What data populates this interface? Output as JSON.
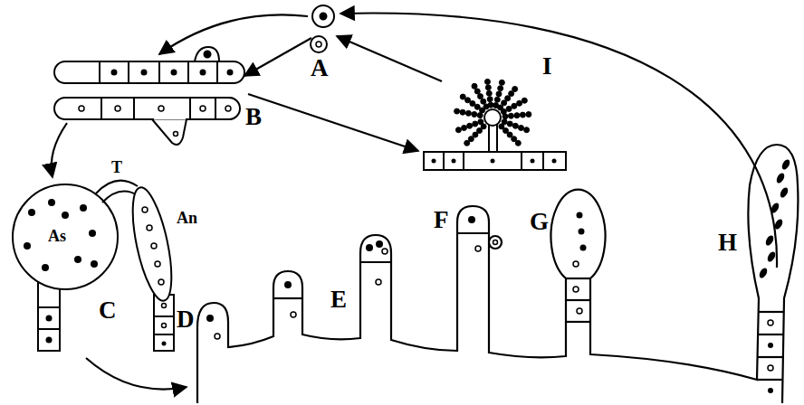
{
  "diagram": {
    "labels": [
      "A",
      "B",
      "C",
      "D",
      "E",
      "F",
      "G",
      "H",
      "I",
      "T",
      "As",
      "An"
    ]
  }
}
